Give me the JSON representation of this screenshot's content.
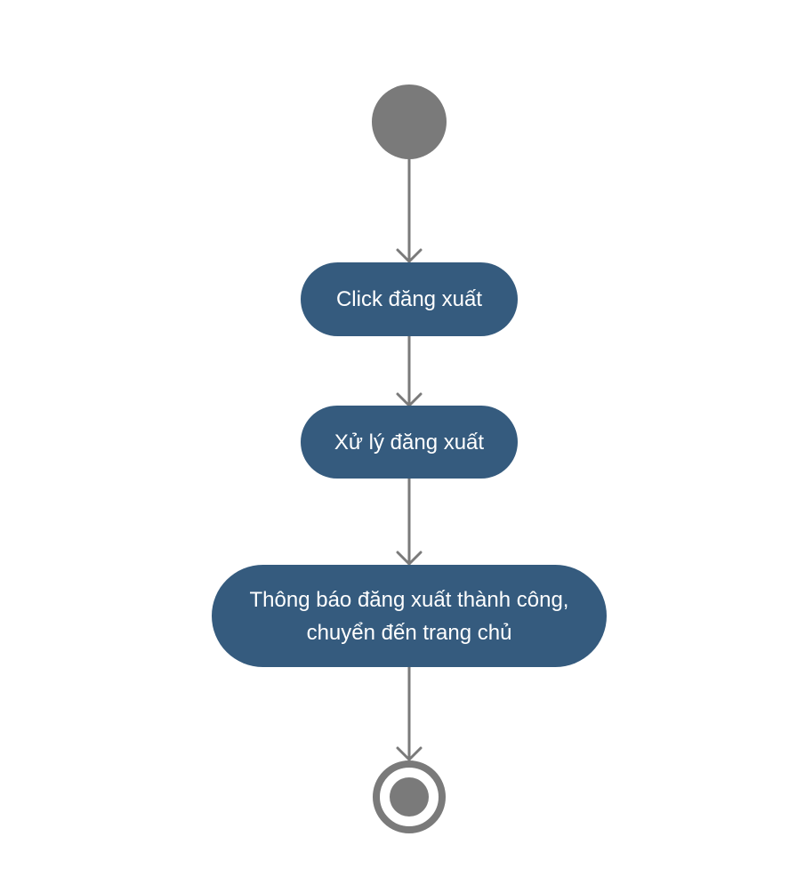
{
  "colors": {
    "action_fill": "#355B7E",
    "action_text": "#FFFFFF",
    "connector": "#7A7A7A",
    "start_fill": "#7A7A7A",
    "end_ring": "#7A7A7A",
    "end_core": "#7A7A7A",
    "background": "#FFFFFF"
  },
  "diagram": {
    "start_node": {
      "shape": "filled-circle"
    },
    "actions": [
      {
        "label": "Click đăng xuất"
      },
      {
        "label": "Xử lý đăng xuất"
      },
      {
        "label": "Thông báo đăng xuất thành công,\nchuyển đến trang chủ"
      }
    ],
    "end_node": {
      "shape": "bullseye"
    },
    "edges": [
      {
        "from": "start",
        "to": "action-1"
      },
      {
        "from": "action-1",
        "to": "action-2"
      },
      {
        "from": "action-2",
        "to": "action-3"
      },
      {
        "from": "action-3",
        "to": "end"
      }
    ]
  }
}
